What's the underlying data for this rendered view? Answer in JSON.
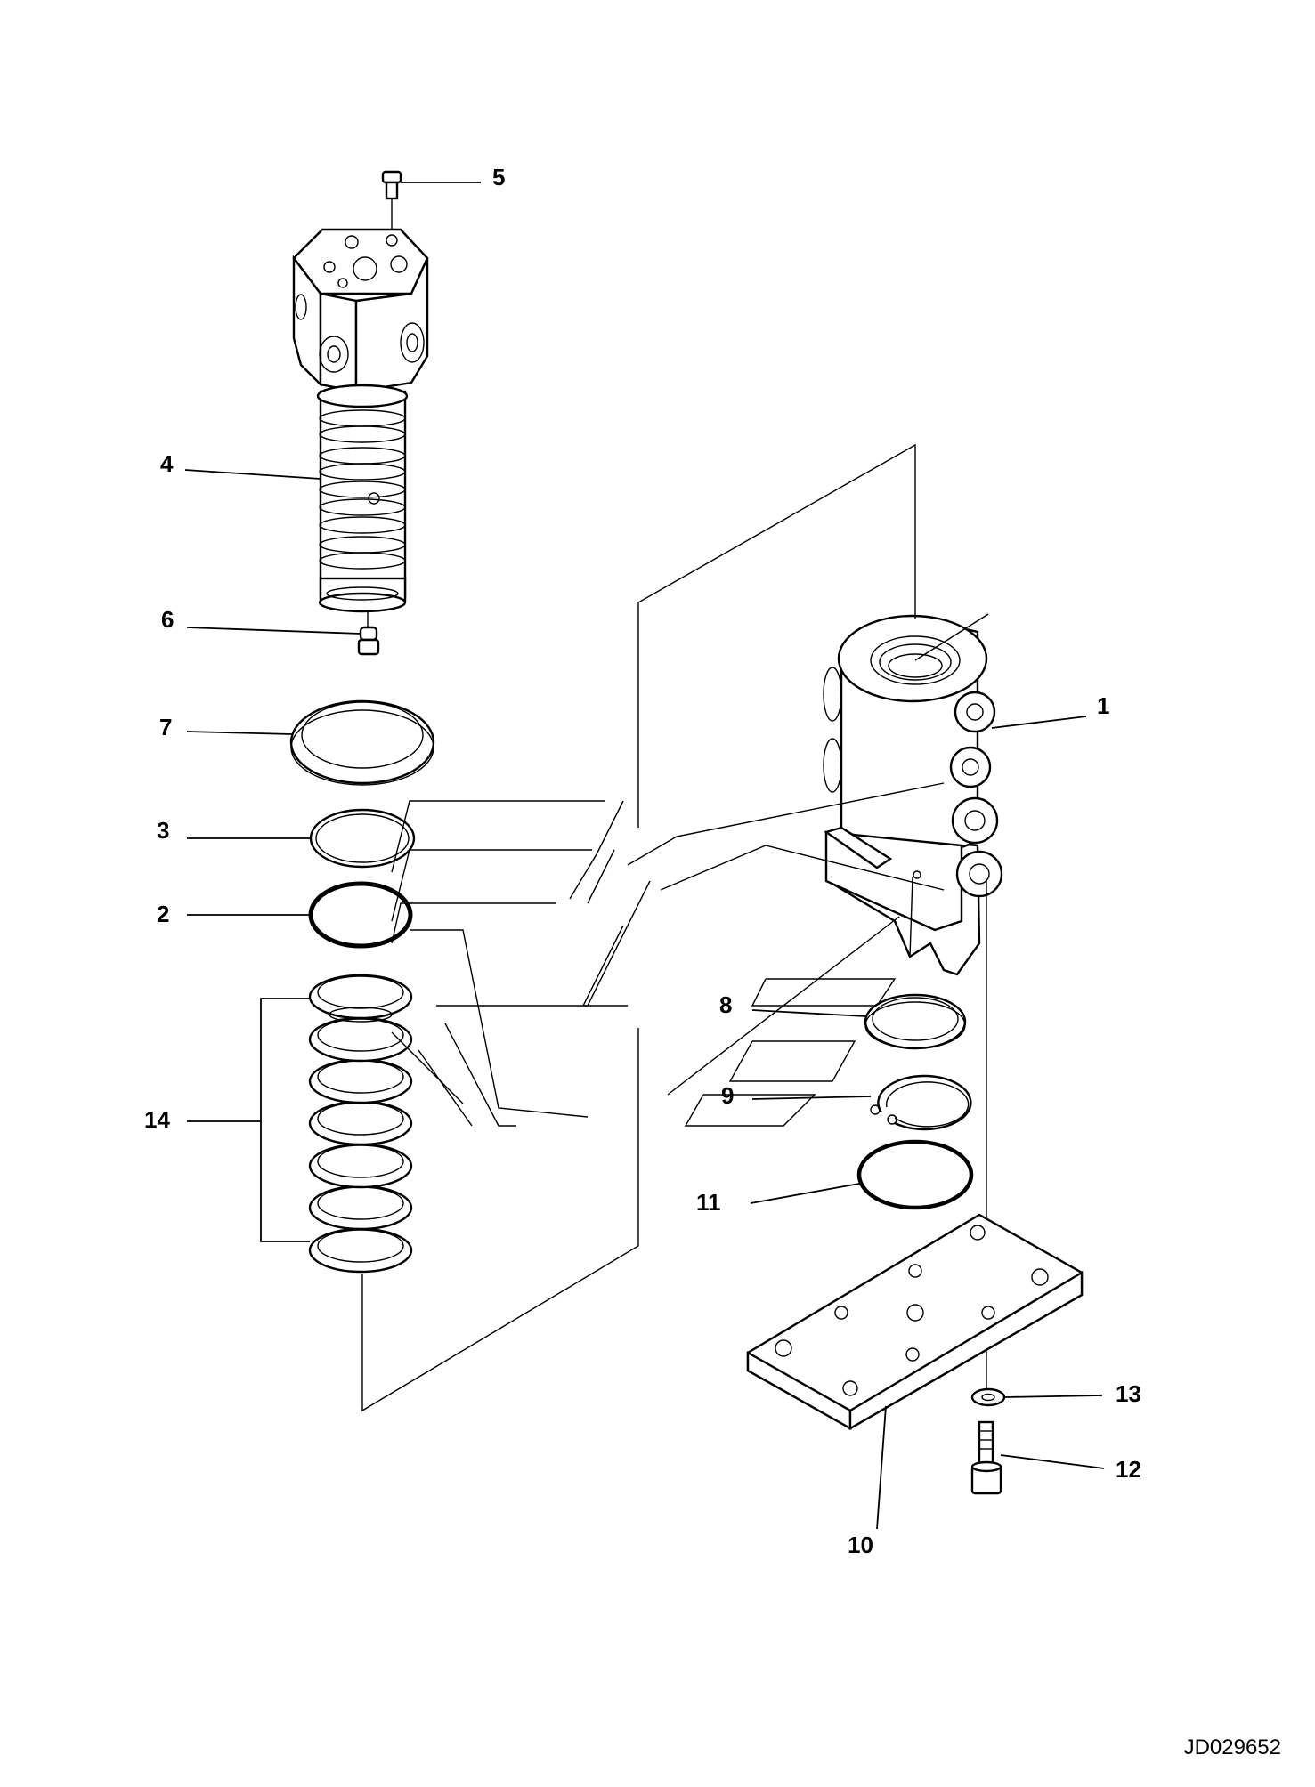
{
  "document_id": "JD029652",
  "callouts": {
    "c1": "1",
    "c2": "2",
    "c3": "3",
    "c4": "4",
    "c5": "5",
    "c6": "6",
    "c7": "7",
    "c8": "8",
    "c9": "9",
    "c10": "10",
    "c11": "11",
    "c12": "12",
    "c13": "13",
    "c14": "14"
  }
}
